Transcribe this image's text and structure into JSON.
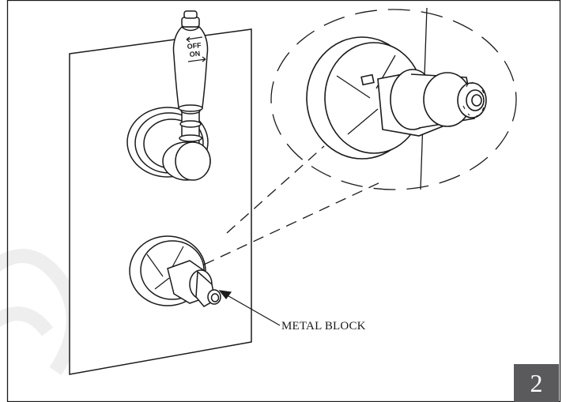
{
  "callout": {
    "label": "METAL BLOCK"
  },
  "handle_markings": {
    "off": "OFF",
    "on": "ON"
  },
  "step": {
    "number": "2"
  },
  "colors": {
    "line": "#1a1a1a",
    "step_box": "#5a5a5c",
    "watermark": "#eeeeee"
  }
}
